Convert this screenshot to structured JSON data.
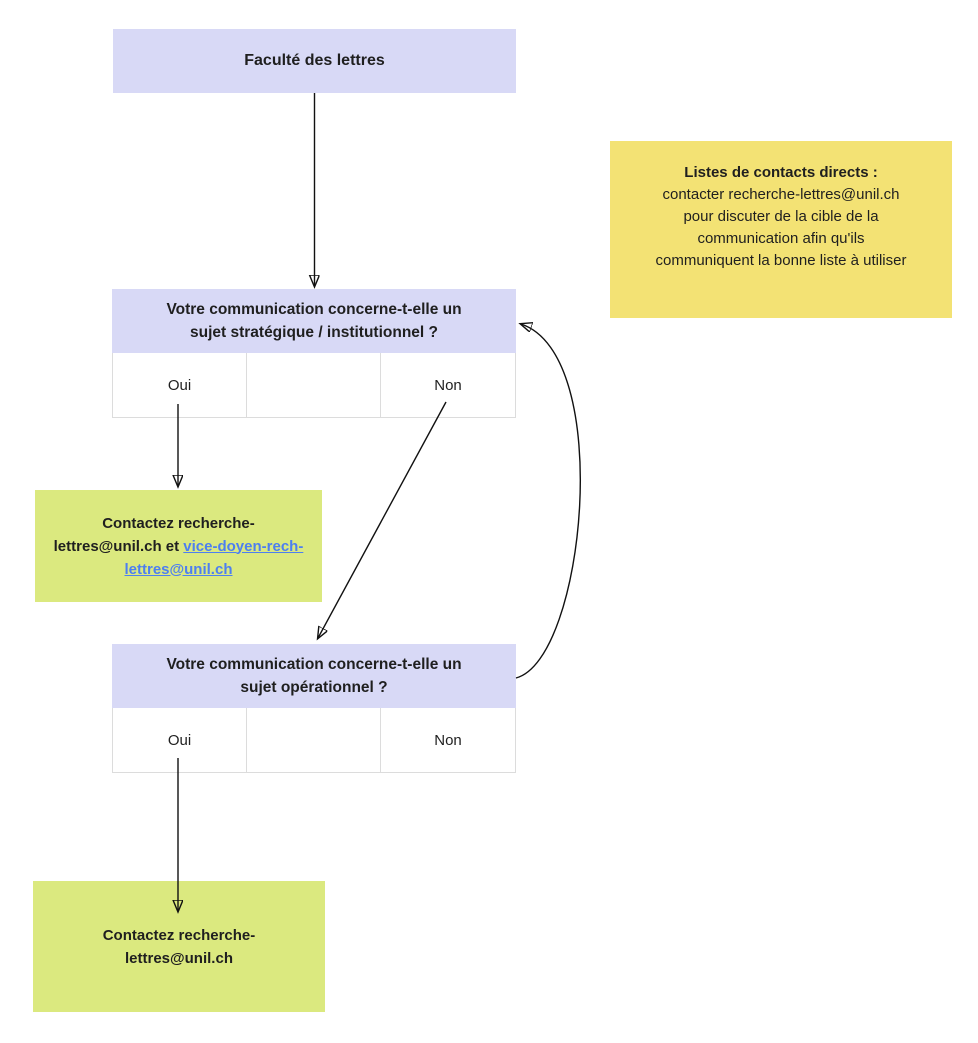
{
  "diagram": {
    "root_box": {
      "label": "Faculté des lettres"
    },
    "note_box": {
      "title": "Listes de contacts directs :",
      "body": "contacter recherche-lettres@unil.ch pour discuter de la cible de la communication afin qu'ils communiquent la bonne liste à utiliser"
    },
    "question1": {
      "text": "Votre communication concerne-t-elle un sujet stratégique / institutionnel ?",
      "yes_label": "Oui",
      "no_label": "Non"
    },
    "result1": {
      "text_before_link": "Contactez recherche-lettres@unil.ch et ",
      "link": "vice-doyen-rech-lettres@unil.ch"
    },
    "question2": {
      "text": "Votre communication concerne-t-elle un sujet opérationnel ?",
      "yes_label": "Oui",
      "no_label": "Non"
    },
    "result2": {
      "text": "Contactez recherche-lettres@unil.ch"
    }
  },
  "colors": {
    "question_bg": "#d8d9f6",
    "note_bg": "#f3e274",
    "result_bg": "#dbe97f",
    "link": "#4d7ff0",
    "text": "#1f1f1f",
    "cell_border": "#dcdcdc",
    "arrow": "#111111"
  }
}
